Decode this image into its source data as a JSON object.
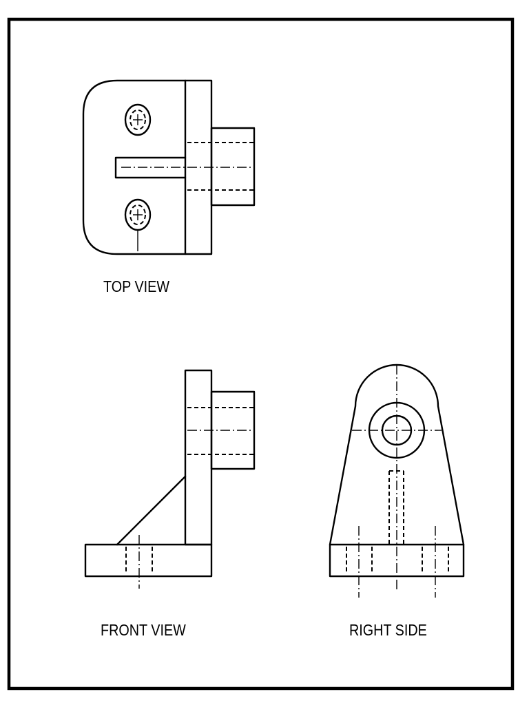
{
  "views": {
    "top_label": "TOP VIEW",
    "front_label": "FRONT VIEW",
    "right_label": "RIGHT SIDE"
  }
}
